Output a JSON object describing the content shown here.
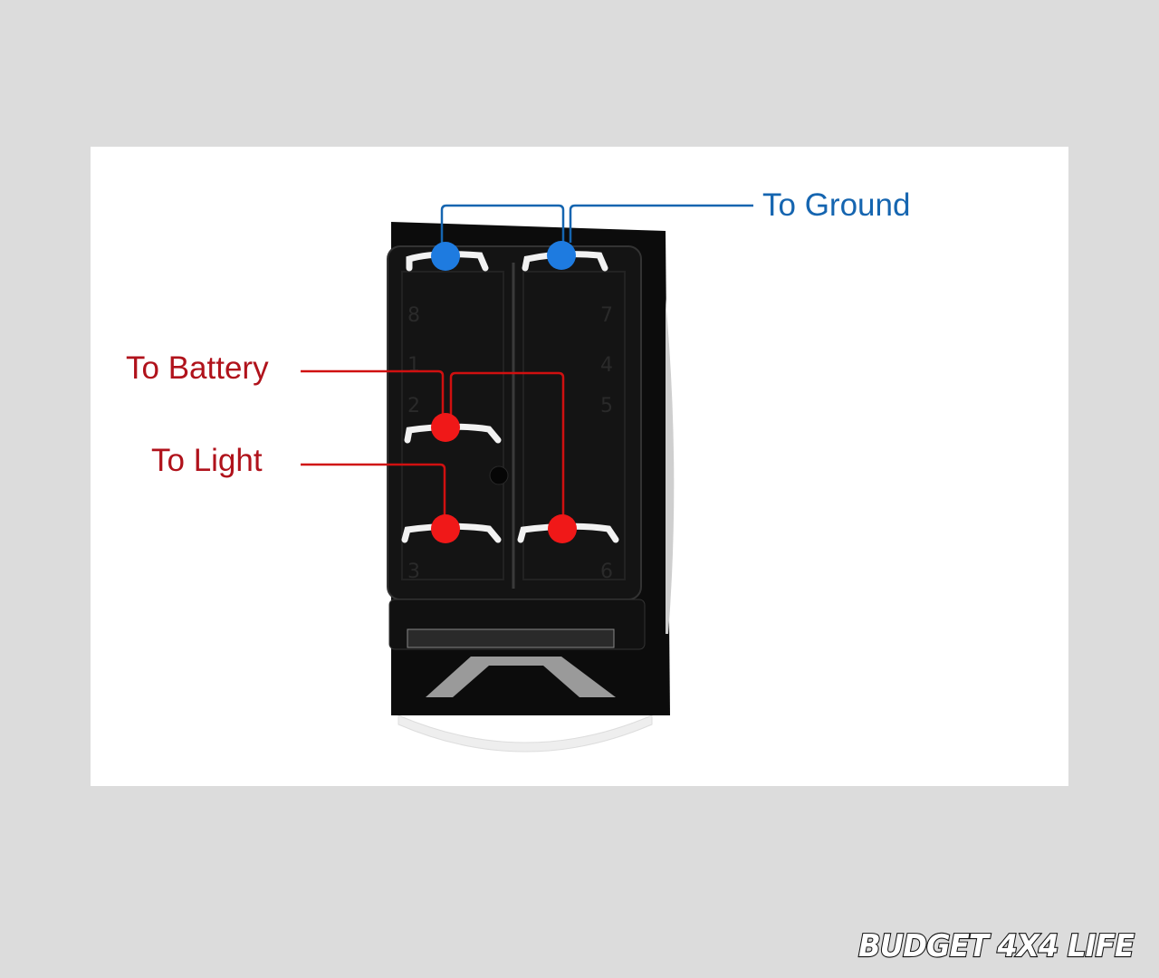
{
  "labels": {
    "ground": "To Ground",
    "battery": "To Battery",
    "light": "To Light"
  },
  "pin_numbers": [
    "8",
    "7",
    "1",
    "4",
    "2",
    "5",
    "3",
    "6"
  ],
  "watermark": "BUDGET 4X4 LIFE",
  "colors": {
    "background": "#dcdcdc",
    "panel": "#ffffff",
    "ground_wire": "#1565b0",
    "ground_dot": "#1e7be0",
    "power_wire": "#b0121b",
    "power_dot": "#f01818",
    "switch_body": "#0c0c0c"
  }
}
